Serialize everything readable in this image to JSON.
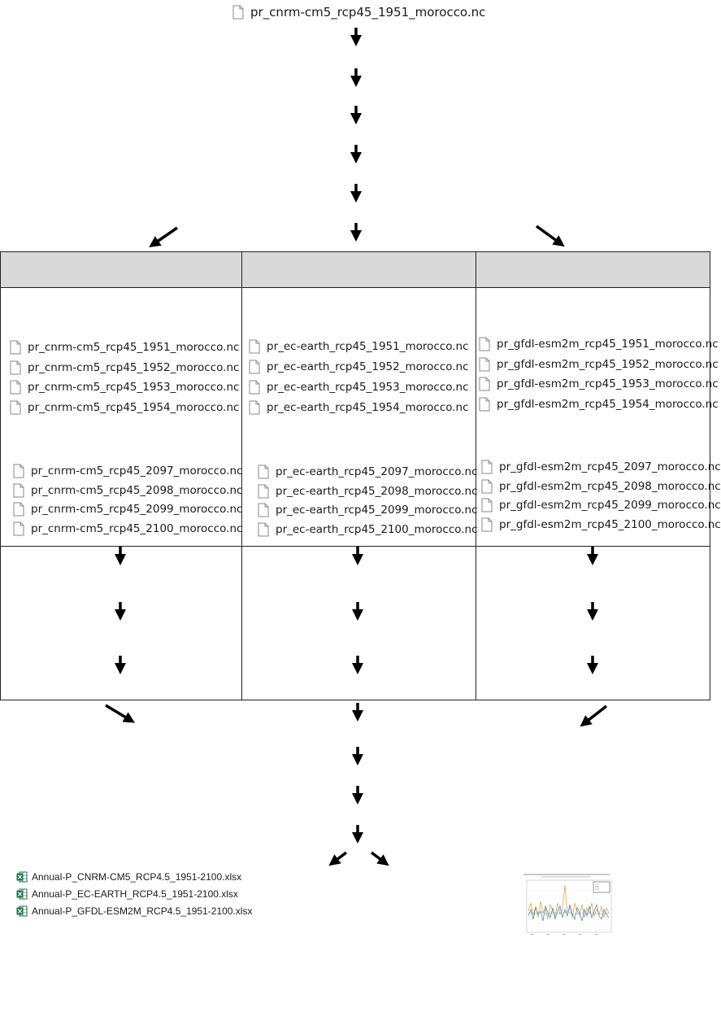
{
  "source_file": "pr_cnrm-cm5_rcp45_1951_morocco.nc",
  "columns": [
    {
      "header": "",
      "early_files": [
        "pr_cnrm-cm5_rcp45_1951_morocco.nc",
        "pr_cnrm-cm5_rcp45_1952_morocco.nc",
        "pr_cnrm-cm5_rcp45_1953_morocco.nc",
        "pr_cnrm-cm5_rcp45_1954_morocco.nc"
      ],
      "late_files": [
        "pr_cnrm-cm5_rcp45_2097_morocco.nc",
        "pr_cnrm-cm5_rcp45_2098_morocco.nc",
        "pr_cnrm-cm5_rcp45_2099_morocco.nc",
        "pr_cnrm-cm5_rcp45_2100_morocco.nc"
      ]
    },
    {
      "header": "",
      "early_files": [
        "pr_ec-earth_rcp45_1951_morocco.nc",
        "pr_ec-earth_rcp45_1952_morocco.nc",
        "pr_ec-earth_rcp45_1953_morocco.nc",
        "pr_ec-earth_rcp45_1954_morocco.nc"
      ],
      "late_files": [
        "pr_ec-earth_rcp45_2097_morocco.nc",
        "pr_ec-earth_rcp45_2098_morocco.nc",
        "pr_ec-earth_rcp45_2099_morocco.nc",
        "pr_ec-earth_rcp45_2100_morocco.nc"
      ]
    },
    {
      "header": "",
      "early_files": [
        "pr_gfdl-esm2m_rcp45_1951_morocco.nc",
        "pr_gfdl-esm2m_rcp45_1952_morocco.nc",
        "pr_gfdl-esm2m_rcp45_1953_morocco.nc",
        "pr_gfdl-esm2m_rcp45_1954_morocco.nc"
      ],
      "late_files": [
        "pr_gfdl-esm2m_rcp45_2097_morocco.nc",
        "pr_gfdl-esm2m_rcp45_2098_morocco.nc",
        "pr_gfdl-esm2m_rcp45_2099_morocco.nc",
        "pr_gfdl-esm2m_rcp45_2100_morocco.nc"
      ]
    }
  ],
  "outputs": {
    "excel_files": [
      "Annual-P_CNRM-CM5_RCP4.5_1951-2100.xlsx",
      "Annual-P_EC-EARTH_RCP4.5_1951-2100.xlsx",
      "Annual-P_GFDL-ESM2M_RCP4.5_1951-2100.xlsx"
    ],
    "chart_thumbnail": "line-chart-thumbnail"
  },
  "colors": {
    "arrow": "#000000",
    "header_fill": "#d9d9d9",
    "border": "#222222",
    "excel_green": "#1d7044"
  }
}
